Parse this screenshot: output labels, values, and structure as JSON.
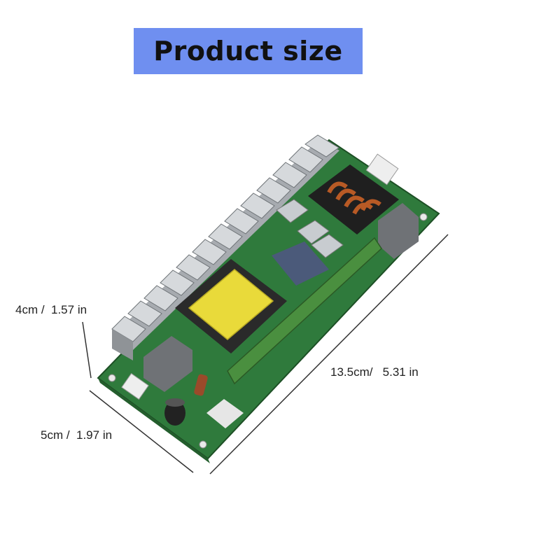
{
  "title": "Product size",
  "dimensions": {
    "height": "4cm /  1.57 in",
    "length": "13.5cm/   5.31 in",
    "width": "5cm /  1.97 in"
  },
  "colors": {
    "banner": "#6f8ff0",
    "pcb": "#2f7a3c",
    "heatsink": "#c9ccd0",
    "transformer_tape": "#e9da3a",
    "copper_coil": "#b85a25"
  },
  "image": {
    "subject": "power-supply-circuit-board"
  }
}
